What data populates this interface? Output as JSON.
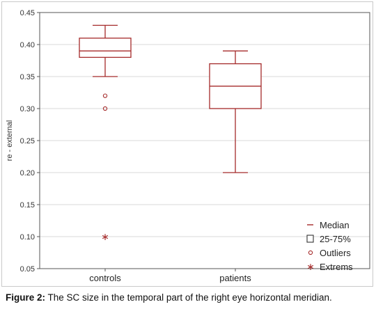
{
  "chart_data": {
    "type": "boxplot",
    "ylabel": "re - external",
    "ylim": [
      0.05,
      0.45
    ],
    "yticks": [
      "0.05",
      "0.10",
      "0.15",
      "0.20",
      "0.25",
      "0.30",
      "0.35",
      "0.40",
      "0.45"
    ],
    "ytick_values": [
      0.05,
      0.1,
      0.15,
      0.2,
      0.25,
      0.3,
      0.35,
      0.4,
      0.45
    ],
    "grid": true,
    "categories": [
      "controls",
      "patients"
    ],
    "boxes": [
      {
        "category": "controls",
        "whisker_low": 0.35,
        "q1": 0.38,
        "median": 0.39,
        "q3": 0.41,
        "whisker_high": 0.43,
        "outliers": [
          0.32,
          0.3
        ],
        "extremes": [
          0.1
        ]
      },
      {
        "category": "patients",
        "whisker_low": 0.2,
        "q1": 0.3,
        "median": 0.335,
        "q3": 0.37,
        "whisker_high": 0.39,
        "outliers": [],
        "extremes": []
      }
    ],
    "legend": {
      "position": "bottom-right",
      "items": [
        {
          "symbol": "line",
          "label": "Median"
        },
        {
          "symbol": "box",
          "label": "25-75%"
        },
        {
          "symbol": "circle",
          "label": "Outliers"
        },
        {
          "symbol": "asterisk",
          "label": "Extrems"
        }
      ]
    },
    "colors": {
      "box": "#a52a2a",
      "grid": "#d9d9d9",
      "axis": "#555555"
    }
  },
  "caption": {
    "label": "Figure 2:",
    "text": " The SC size in the temporal part of the right eye horizontal meridian."
  }
}
